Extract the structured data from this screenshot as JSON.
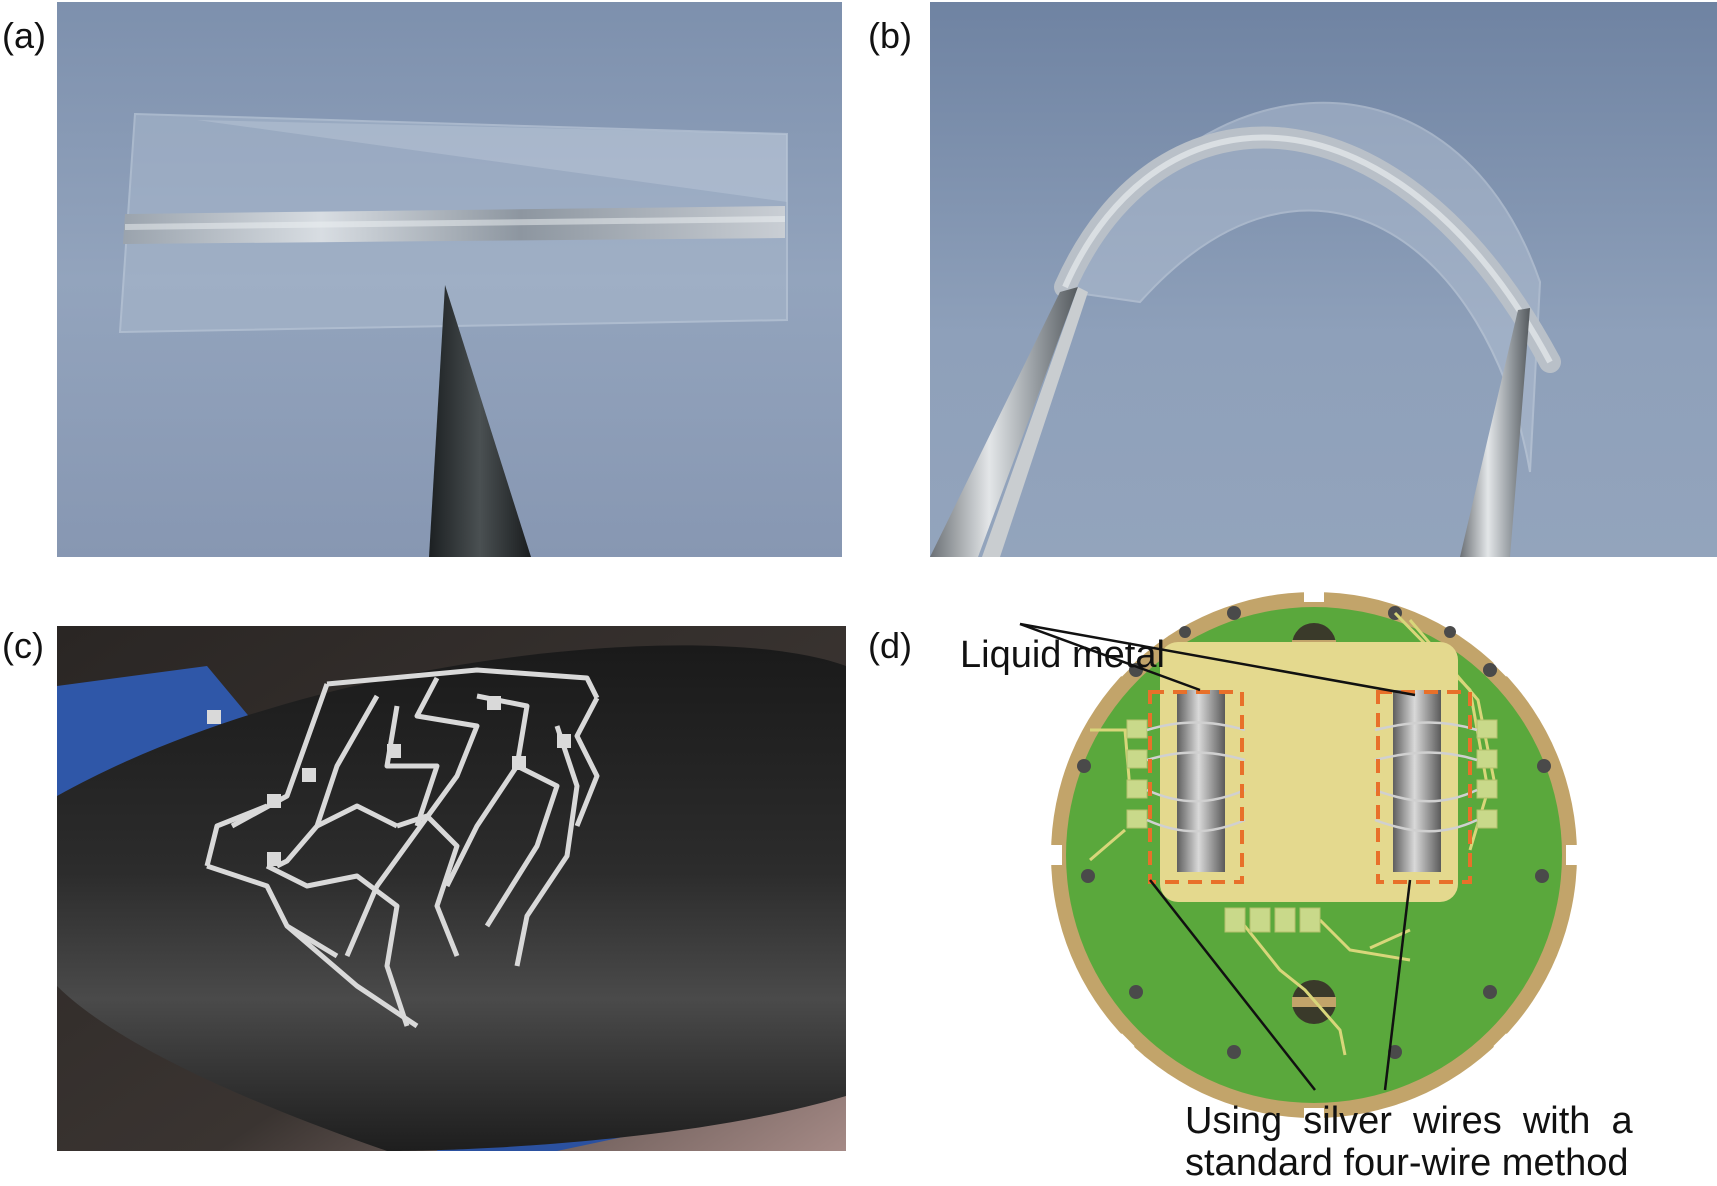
{
  "panels": {
    "a": {
      "label": "(a)"
    },
    "b": {
      "label": "(b)"
    },
    "c": {
      "label": "(c)"
    },
    "d": {
      "label": "(d)"
    }
  },
  "annotations": {
    "liquid_metal": "Liquid metal",
    "silver_wires_line1": "Using  silver  wires  with  a",
    "silver_wires_line2": "standard four-wire method"
  },
  "colors": {
    "background_blue": "#8a9cb8",
    "pcb_green": "#5aa83c",
    "pcb_rim": "#c2a46a",
    "sample_pad": "#e4d98e",
    "annotation_orange": "#e8702a"
  }
}
